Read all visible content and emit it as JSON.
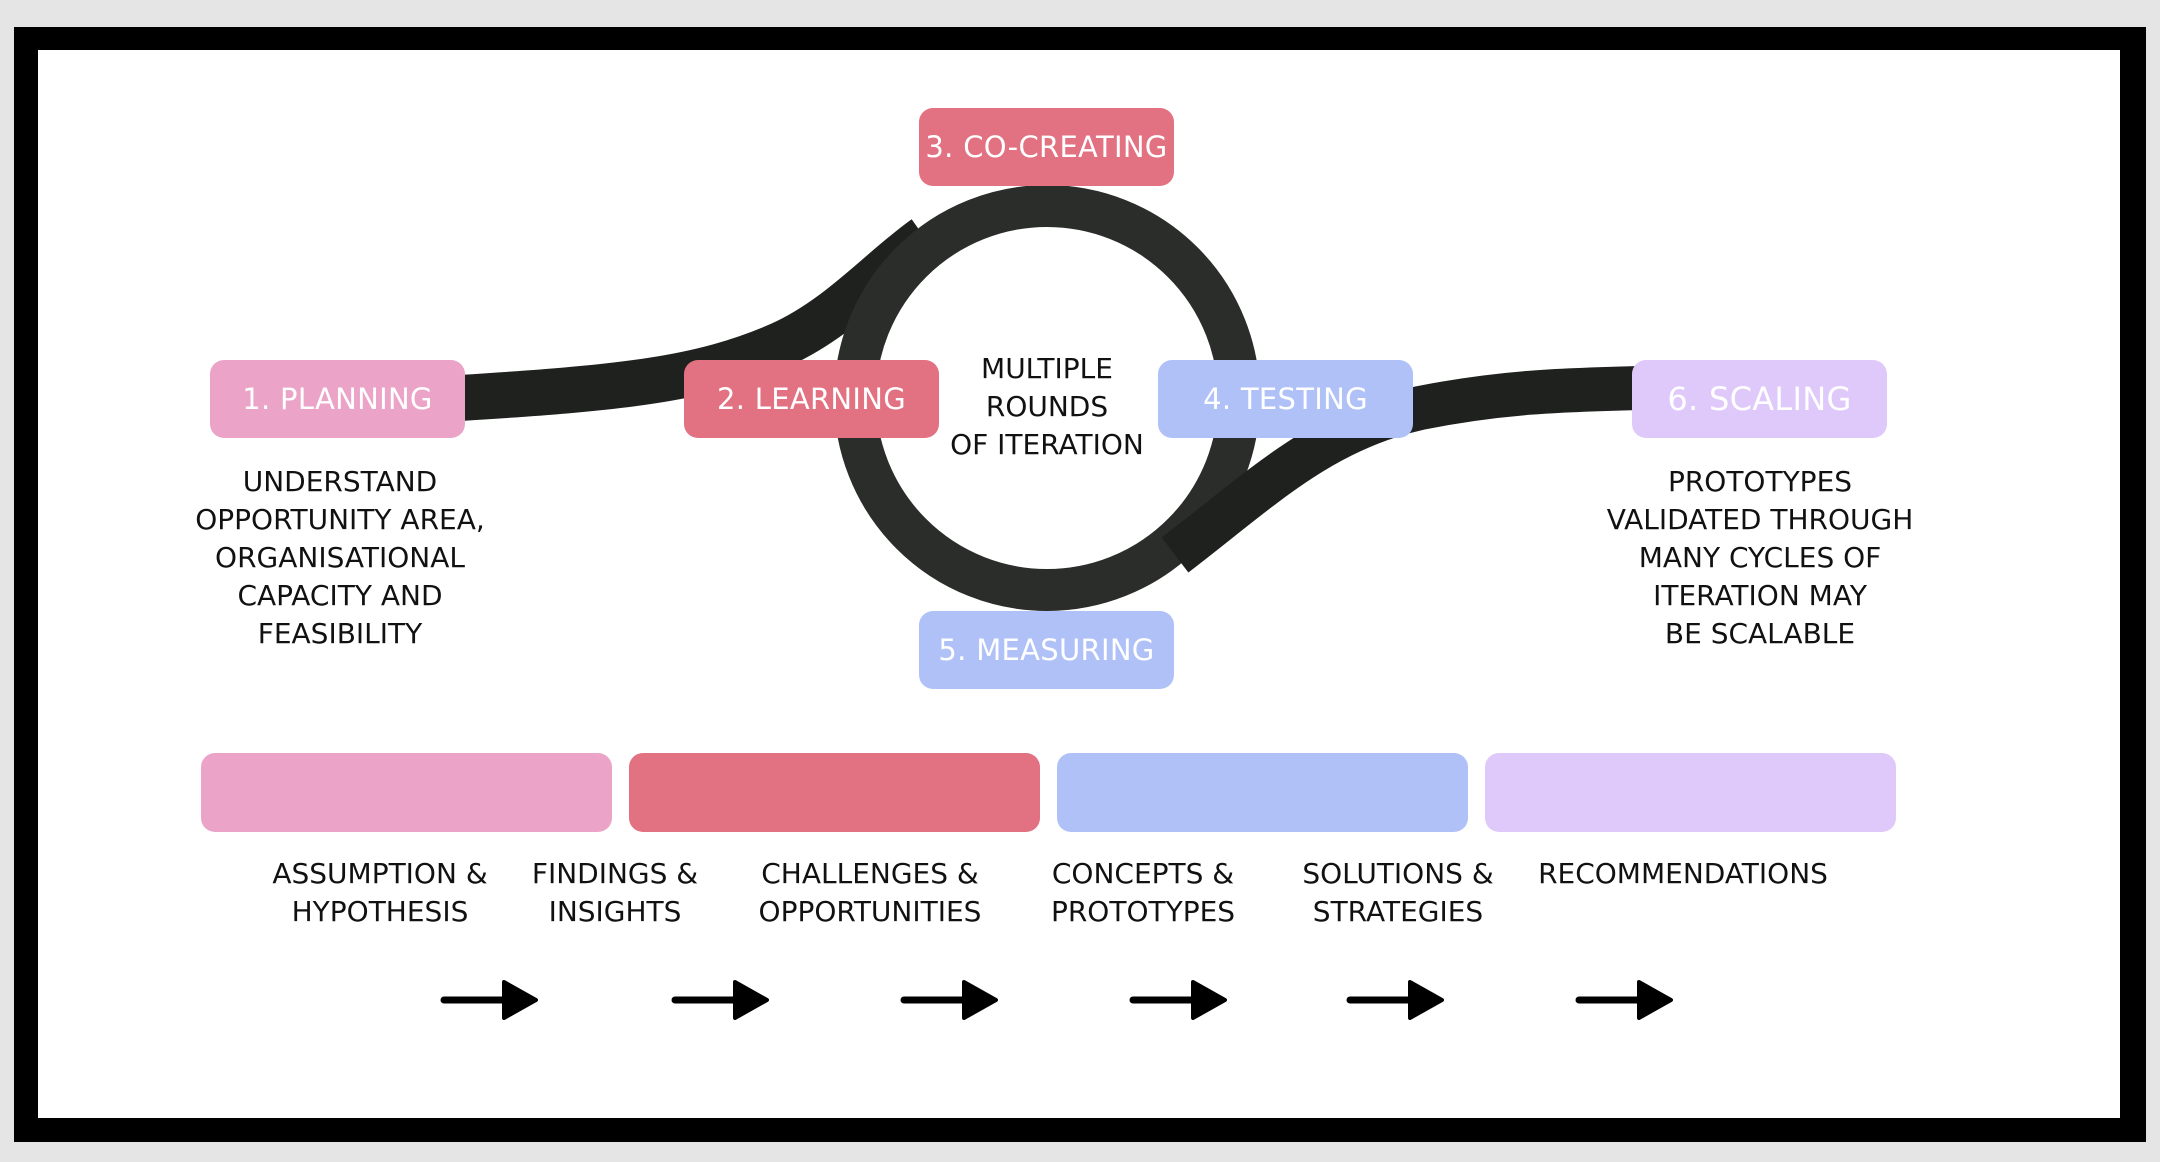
{
  "colors": {
    "planning": "#eba4c7",
    "learning": "#e27181",
    "cocreating": "#e27181",
    "testing": "#b0c1f8",
    "measuring": "#b0c1f8",
    "scaling": "#dfc9fb",
    "path": "#1f211f"
  },
  "stages": [
    {
      "id": "planning",
      "label": "1. PLANNING"
    },
    {
      "id": "learning",
      "label": "2. LEARNING"
    },
    {
      "id": "cocreating",
      "label": "3. CO-CREATING"
    },
    {
      "id": "testing",
      "label": "4. TESTING"
    },
    {
      "id": "measuring",
      "label": "5. MEASURING"
    },
    {
      "id": "scaling",
      "label": "6. SCALING"
    }
  ],
  "center_label": "MULTIPLE\nROUNDS\nOF ITERATION",
  "descriptions": {
    "planning": "UNDERSTAND\nOPPORTUNITY AREA,\nORGANISATIONAL\nCAPACITY AND\nFEASIBILITY",
    "scaling": "PROTOTYPES\nVALIDATED THROUGH\nMANY CYCLES OF\nITERATION MAY\nBE SCALABLE"
  },
  "phase_bands": [
    {
      "color": "#eba4c7"
    },
    {
      "color": "#e27181"
    },
    {
      "color": "#b0c1f8"
    },
    {
      "color": "#dfc9fb"
    }
  ],
  "outputs": [
    "ASSUMPTION &\nHYPOTHESIS",
    "FINDINGS &\nINSIGHTS",
    "CHALLENGES &\nOPPORTUNITIES",
    "CONCEPTS &\nPROTOTYPES",
    "SOLUTIONS &\nSTRATEGIES",
    "RECOMMENDATIONS"
  ],
  "arrows": [
    {
      "icon": "arrow-right-icon"
    },
    {
      "icon": "arrow-right-icon"
    },
    {
      "icon": "arrow-right-icon"
    },
    {
      "icon": "arrow-right-icon"
    },
    {
      "icon": "arrow-right-icon"
    },
    {
      "icon": "arrow-right-icon"
    }
  ]
}
